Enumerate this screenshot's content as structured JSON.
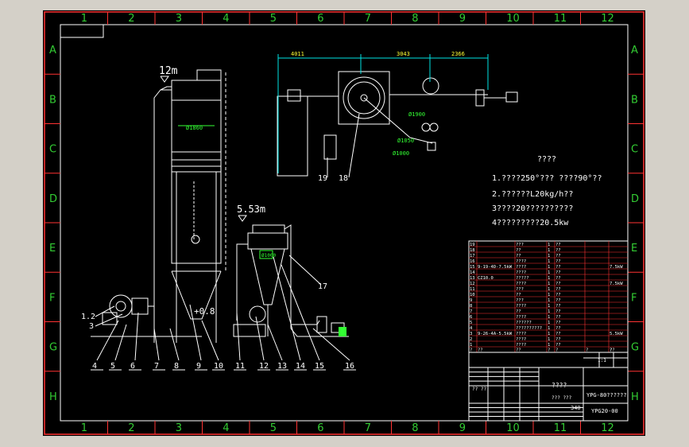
{
  "grid": {
    "columns": [
      "1",
      "2",
      "3",
      "4",
      "5",
      "6",
      "7",
      "8",
      "9",
      "10",
      "11",
      "12"
    ],
    "rows": [
      "A",
      "B",
      "C",
      "D",
      "E",
      "F",
      "G",
      "H"
    ]
  },
  "elevations": {
    "top": "12m",
    "mid": "5.53m"
  },
  "dimensions": {
    "d1": "4011",
    "d2": "3043",
    "d3": "2366"
  },
  "pipe_sizes": [
    "Ø1900",
    "Ø1050",
    "Ø1000",
    "Ø1860"
  ],
  "part_numbers_bottom": [
    "1.2",
    "3",
    "4",
    "5",
    "6",
    "7",
    "8",
    "9",
    "10",
    "11",
    "12",
    "13",
    "14",
    "15",
    "16"
  ],
  "part_numbers_top": [
    "17",
    "18",
    "19"
  ],
  "annotation_small": "+0.8",
  "notes": {
    "title": "????",
    "lines": [
      "1.????250°??? ????90°??",
      "2.??????L20kg/h??",
      "3????20??????????",
      "4?????????20.5kw"
    ]
  },
  "bom": {
    "rows": [
      {
        "no": "19",
        "code": "",
        "name": "???",
        "qty": "1",
        "note": "??",
        "extra": ""
      },
      {
        "no": "18",
        "code": "",
        "name": "??",
        "qty": "1",
        "note": "??",
        "extra": ""
      },
      {
        "no": "17",
        "code": "",
        "name": "??",
        "qty": "1",
        "note": "??",
        "extra": ""
      },
      {
        "no": "16",
        "code": "",
        "name": "????",
        "qty": "1",
        "note": "??",
        "extra": ""
      },
      {
        "no": "15",
        "code": "9-19-4D-7.5kW",
        "name": "????",
        "qty": "1",
        "note": "??",
        "extra": "7.5kW"
      },
      {
        "no": "14",
        "code": "",
        "name": "????",
        "qty": "1",
        "note": "??",
        "extra": ""
      },
      {
        "no": "13",
        "code": "CZ10.0",
        "name": "?????",
        "qty": "1",
        "note": "??",
        "extra": ""
      },
      {
        "no": "12",
        "code": "",
        "name": "????",
        "qty": "1",
        "note": "??",
        "extra": "7.5kW"
      },
      {
        "no": "11",
        "code": "",
        "name": "???",
        "qty": "1",
        "note": "??",
        "extra": ""
      },
      {
        "no": "10",
        "code": "",
        "name": "??",
        "qty": "1",
        "note": "??",
        "extra": ""
      },
      {
        "no": "9",
        "code": "",
        "name": "???",
        "qty": "1",
        "note": "??",
        "extra": ""
      },
      {
        "no": "8",
        "code": "",
        "name": "????",
        "qty": "1",
        "note": "??",
        "extra": ""
      },
      {
        "no": "7",
        "code": "",
        "name": "??",
        "qty": "1",
        "note": "??",
        "extra": ""
      },
      {
        "no": "6",
        "code": "",
        "name": "????",
        "qty": "1",
        "note": "??",
        "extra": ""
      },
      {
        "no": "5",
        "code": "",
        "name": "??????",
        "qty": "1",
        "note": "??",
        "extra": ""
      },
      {
        "no": "4",
        "code": "",
        "name": "??????????",
        "qty": "1",
        "note": "??",
        "extra": ""
      },
      {
        "no": "3",
        "code": "9-26-4A-5.5kW",
        "name": "????",
        "qty": "1",
        "note": "??",
        "extra": "5.5kW"
      },
      {
        "no": "2",
        "code": "",
        "name": "????",
        "qty": "1",
        "note": "??",
        "extra": ""
      },
      {
        "no": "1",
        "code": "",
        "name": "????",
        "qty": "1",
        "note": "??",
        "extra": ""
      }
    ],
    "header": [
      "?",
      "??",
      "??",
      "?",
      "?",
      "?",
      "?",
      "??"
    ]
  },
  "title_block": {
    "drawing_title": "????",
    "model": "YPG-80??????",
    "drawing_no": "YPG20-00",
    "scale": "1:1",
    "sheet_qty": "??? ???",
    "weight": "340",
    "revision_label": "?? ??"
  },
  "colors": {
    "frame": "#ff3333",
    "grid": "#33cc33",
    "line": "#ffffff",
    "cyan": "#00e5e5",
    "green": "#33ff33",
    "yellow": "#ffff33"
  }
}
